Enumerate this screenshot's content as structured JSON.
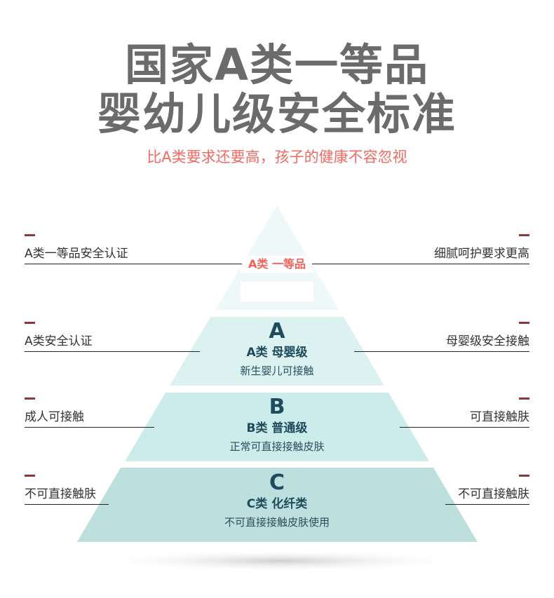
{
  "title_line1": "国家A类一等品",
  "title_line2": "婴幼儿级安全标准",
  "subtitle": "比A类要求还要高，孩子的健康不容忽视",
  "pyramid": {
    "top": {
      "label": "A类 一等品"
    },
    "tiers": [
      {
        "letter": "A",
        "name": "A类 母婴级",
        "desc": "新生婴儿可接触",
        "color": "#dcf2f1"
      },
      {
        "letter": "B",
        "name": "B类 普通级",
        "desc": "正常可直接接触皮肤",
        "color": "#ccecec"
      },
      {
        "letter": "C",
        "name": "C类 化纤类",
        "desc": "不可直接接触皮肤使用",
        "color": "#bde0df"
      }
    ]
  },
  "left_labels": [
    "A类一等品安全认证",
    "A类安全认证",
    "成人可接触",
    "不可直接触肤"
  ],
  "right_labels": [
    "细腻呵护要求更高",
    "母婴级安全接触",
    "可直接触肤",
    "不可直接触肤"
  ],
  "colors": {
    "accent": "#f26a62",
    "title": "#6b6b6b",
    "tier_text": "#1f4b5c",
    "dash": "#8a3a3a"
  }
}
